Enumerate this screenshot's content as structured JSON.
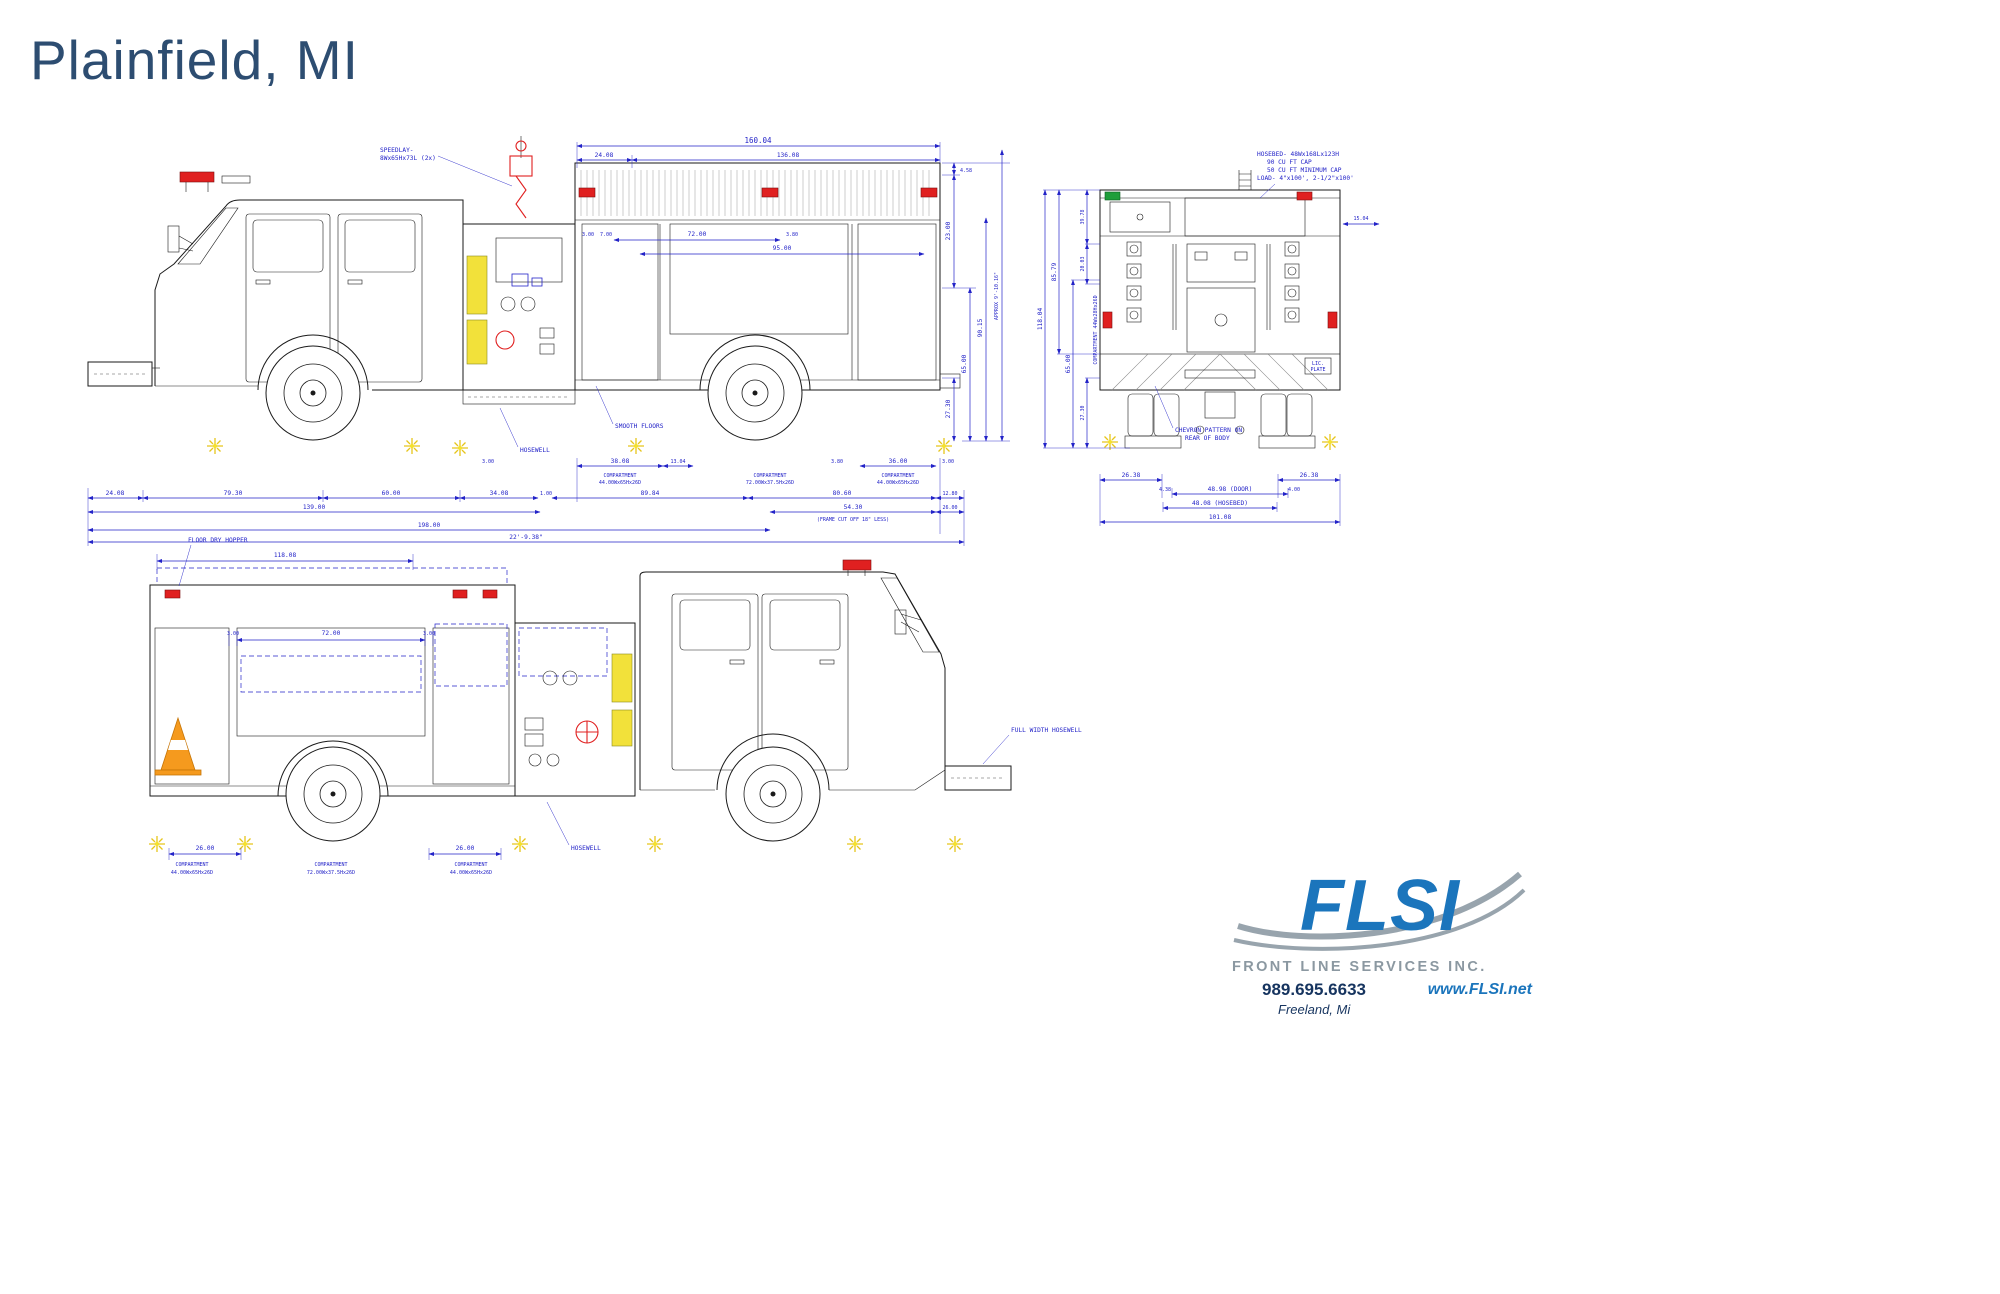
{
  "page": {
    "title": "Plainfield, MI"
  },
  "colors": {
    "cad_line": "#1a1a1a",
    "cad_blue": "#2323c8",
    "red": "#e02020",
    "yellow": "#f2e13a",
    "green": "#1f9e3a",
    "orange": "#f59a1e",
    "title_blue": "#2d4d71",
    "logo_blue": "#1b75bc",
    "logo_gray": "#8b98a1",
    "dark_blue": "#16345f"
  },
  "top_view": {
    "annotations": {
      "speedlay_l1": "SPEEDLAY-",
      "speedlay_l2": "8Wx65Hx73L (2x)",
      "smooth_floors": "SMOOTH FLOORS",
      "hosewell": "HOSEWELL"
    },
    "dims": {
      "body_total": "160.04",
      "body_front": "24.08",
      "body_main": "136.08",
      "c1": "3.00",
      "c2": "7.00",
      "c3": "72.00",
      "c4": "3.80",
      "c5": "95.00",
      "h_axle": "27.30",
      "h_body": "65.00",
      "h_upper": "23.00",
      "h_top": "4.58",
      "h_overall": "90.15",
      "h_approx": "APPROX 9'-10.16\"",
      "r1a": "3.00",
      "r1b": "38.08",
      "r1c": "13.04",
      "r1d": "3.80",
      "r1e": "36.00",
      "r1f": "3.00",
      "comp1_l1": "COMPARTMENT",
      "comp1_l2": "44.00Wx65Hx26D",
      "comp2_l1": "COMPARTMENT",
      "comp2_l2": "72.00Wx37.5Hx26D",
      "comp3_l1": "COMPARTMENT",
      "comp3_l2": "44.00Wx65Hx26D",
      "r3a": "24.08",
      "r3b": "79.30",
      "r3c": "60.00",
      "r3d": "34.08",
      "r3e": "1.00",
      "r3f": "89.84",
      "r3g": "80.60",
      "r3h": "12.80",
      "r4a": "139.00",
      "r4b": "54.30",
      "r4b_note": "(FRAME CUT OFF 18\" LESS)",
      "r4c": "26.00",
      "r5a": "198.00",
      "r6a": "22'-9.38\""
    }
  },
  "rear_view": {
    "annotations": {
      "hosebed_l1": "HOSEBED- 48Wx168Lx123H",
      "hosebed_l2": "90 CU FT CAP",
      "hosebed_l3": "50 CU FT MINIMUM CAP",
      "hosebed_l4": "LOAD- 4\"x100', 2-1/2\"x100'",
      "chevron_l1": "CHEVRON PATTERN ON",
      "chevron_l2": "REAR OF BODY",
      "lic_plate_l1": "LIC.",
      "lic_plate_l2": "PLATE"
    },
    "dims": {
      "v1": "118.04",
      "v2": "85.79",
      "v3": "65.00",
      "v4": "39.78",
      "v5": "20.03",
      "v6": "27.30",
      "v_comp": "COMPARTMENT 44Wx28Hx26D",
      "w_left": "26.38",
      "w_right": "26.38",
      "w_door_a": "4.38",
      "w_door": "48.98 (DOOR)",
      "w_door_b": "4.00",
      "w_hosebed": "48.08 (HOSEBED)",
      "w_total": "101.08",
      "w_top": "15.04"
    }
  },
  "bottom_view": {
    "annotations": {
      "floor_dry_hopper": "FLOOR DRY HOPPER",
      "full_width_hosewell": "FULL WIDTH HOSEWELL",
      "hosewell": "HOSEWELL"
    },
    "dims": {
      "hosebed_len": "118.08",
      "c1": "3.00",
      "c2": "72.00",
      "c3": "3.00",
      "d_left": "26.00",
      "d_right": "26.00",
      "comp1_l1": "COMPARTMENT",
      "comp1_l2": "44.00Wx65Hx26D",
      "comp2_l1": "COMPARTMENT",
      "comp2_l2": "72.00Wx37.5Hx26D",
      "comp3_l1": "COMPARTMENT",
      "comp3_l2": "44.00Wx65Hx26D"
    }
  },
  "footer": {
    "logo_text": "FLSI",
    "company": "FRONT LINE SERVICES INC.",
    "phone": "989.695.6633",
    "website": "www.FLSI.net",
    "location": "Freeland, Mi"
  }
}
